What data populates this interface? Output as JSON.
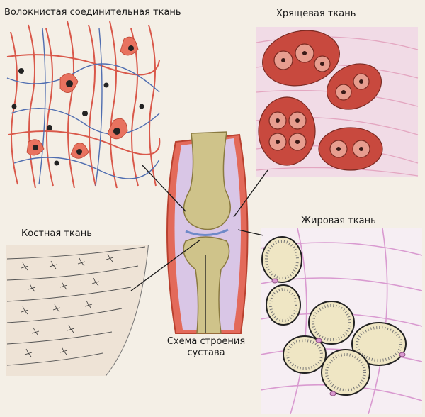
{
  "labels": {
    "fibrous": "Волокнистая соединительная ткань",
    "cartilage": "Хрящевая ткань",
    "bone": "Костная ткань",
    "fat": "Жировая ткань",
    "joint": "Схема строения сустава"
  },
  "colors": {
    "fiber_red": "#d9584a",
    "fiber_blue": "#4f6db0",
    "cartilage_pink": "#e3a6c0",
    "cell_red": "#c8493e",
    "bone_beige": "#cfc38a",
    "fat_pink": "#d99ad0",
    "background": "#f4efe6"
  }
}
